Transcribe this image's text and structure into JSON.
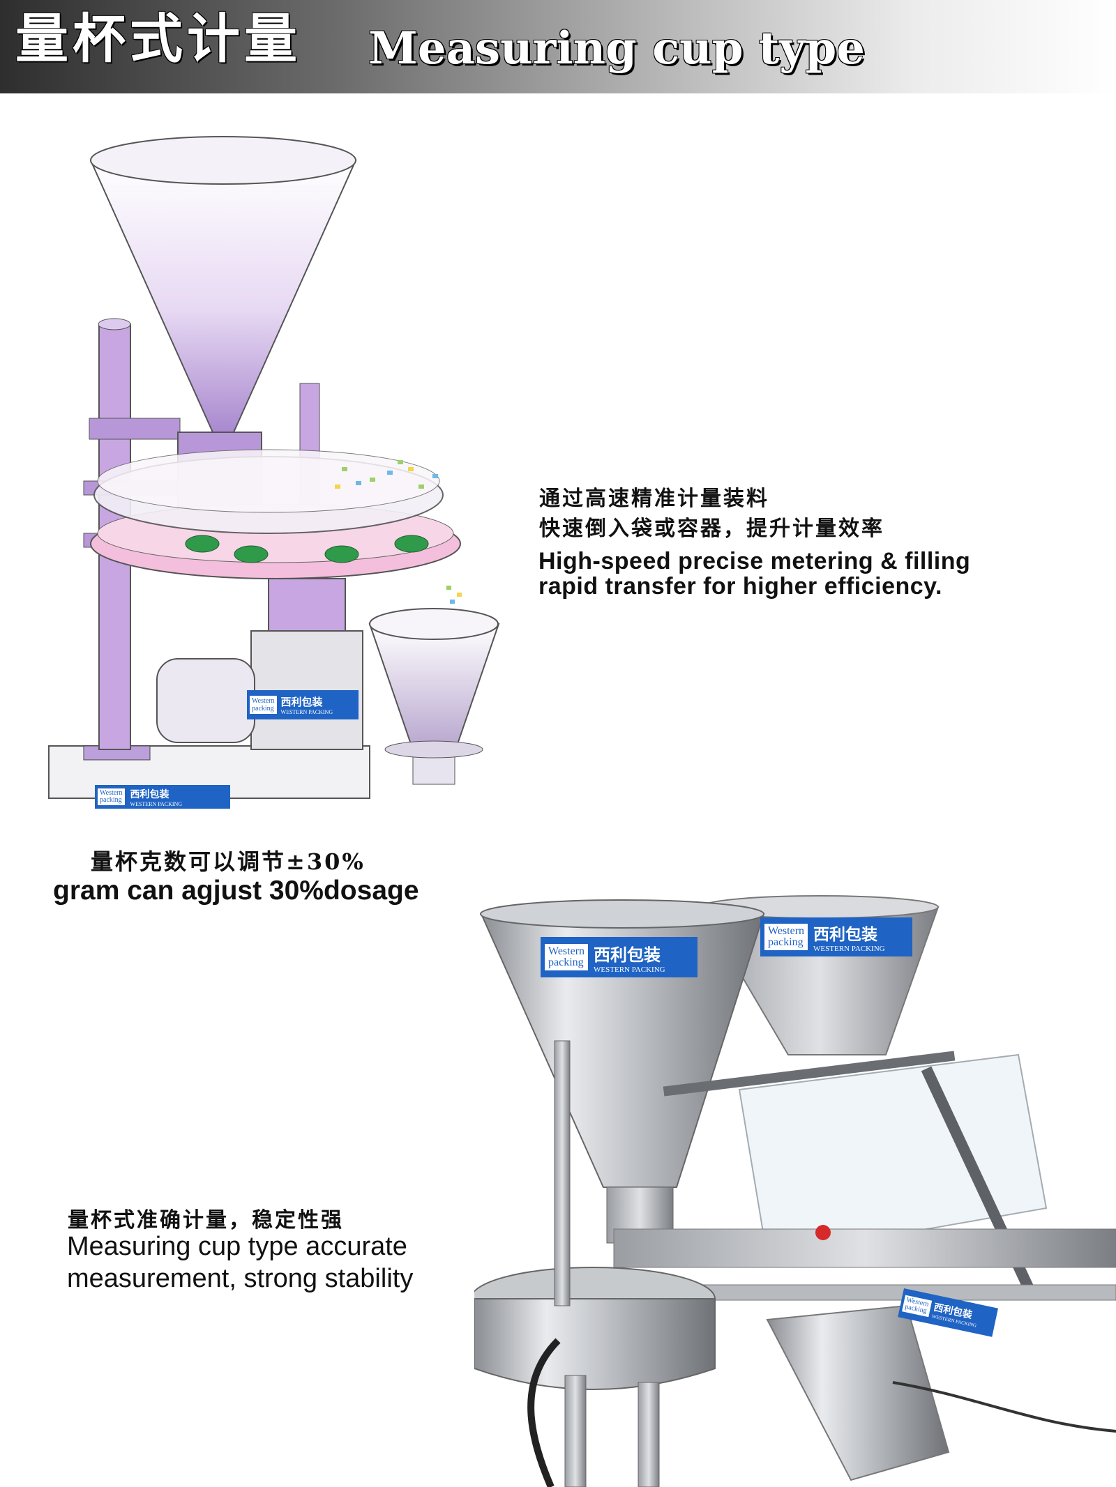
{
  "banner": {
    "title_zh": "量杯式计量",
    "title_en": "Measuring cup type"
  },
  "feature_1": {
    "line_zh_1": "通过高速精准计量装料",
    "line_zh_2": "快速倒入袋或容器，提升计量效率",
    "line_en_1": "High-speed precise metering & filling",
    "line_en_2": "rapid transfer for higher efficiency."
  },
  "feature_2": {
    "line_zh": "量杯克数可以调节±30%",
    "line_en": "gram can agjust 30%dosage"
  },
  "feature_3": {
    "line_zh": "量杯式准确计量，稳定性强",
    "line_en_1": "Measuring cup type accurate",
    "line_en_2": "measurement, strong stability"
  },
  "brand": {
    "logo_en_1": "Western",
    "logo_en_2": "packing",
    "logo_zh": "西利包装",
    "logo_sub": "WESTERN PACKING"
  },
  "colors": {
    "machine_purple": "#c7a6e2",
    "tray_pink": "#f4bfdc",
    "cup_green": "#2f9a4a",
    "steel": "#b9bcc1",
    "brand_blue": "#1f63c4"
  }
}
